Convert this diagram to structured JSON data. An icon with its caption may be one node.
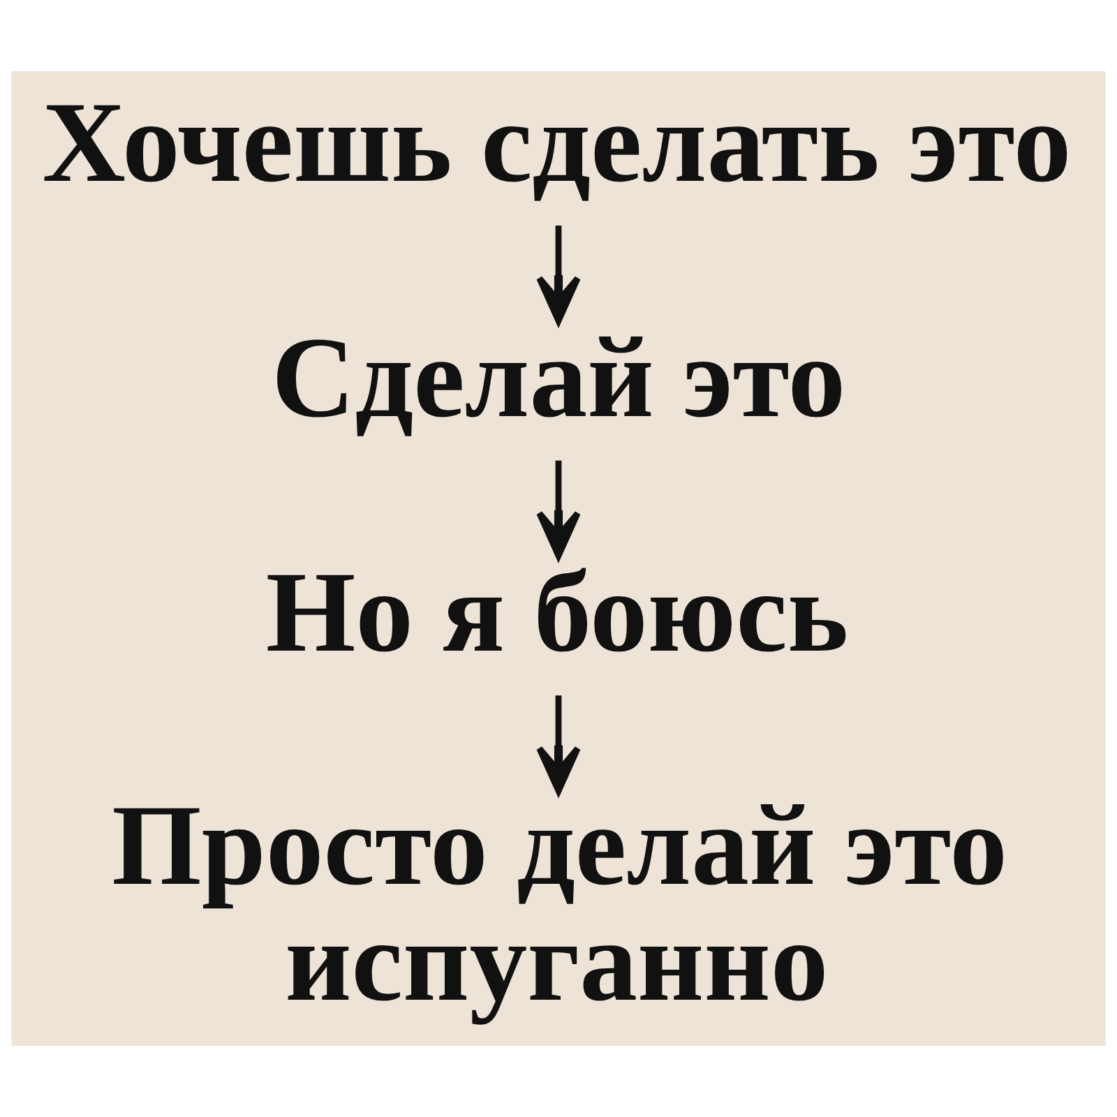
{
  "diagram": {
    "nodes": [
      {
        "text": [
          "Хочешь сделать это"
        ]
      },
      {
        "text": [
          "Сделай это"
        ]
      },
      {
        "text": [
          "Но я боюсь"
        ]
      },
      {
        "text": [
          "Просто делай это испуганно"
        ]
      }
    ],
    "edges": [
      {
        "from": 0,
        "to": 1,
        "arrow": "to"
      },
      {
        "from": 1,
        "to": 2,
        "arrow": "to"
      },
      {
        "from": 2,
        "to": 3,
        "arrow": "to"
      }
    ]
  }
}
